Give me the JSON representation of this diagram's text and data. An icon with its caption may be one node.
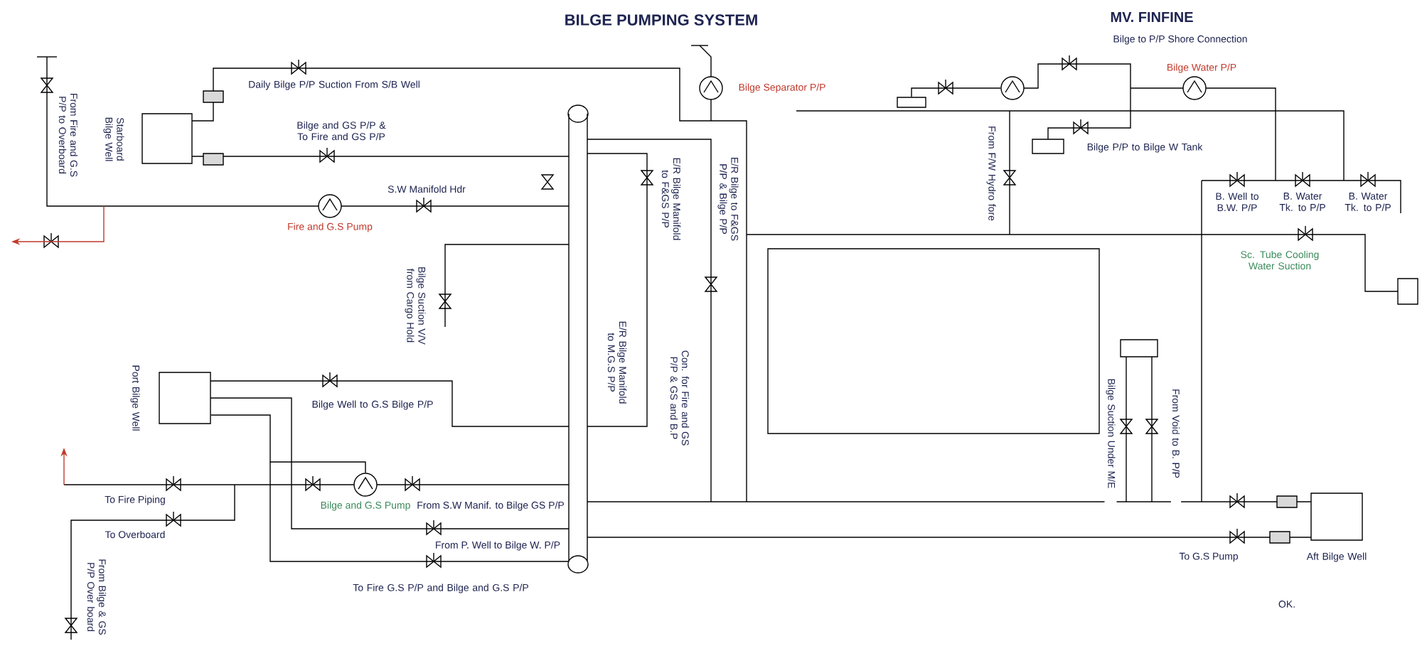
{
  "diagram": {
    "title": "BILGE PUMPING SYSTEM",
    "nodes": [
      {
        "text": [
          "Starboard Bilge Well"
        ]
      },
      {
        "text": [
          "Port Bilge Well"
        ]
      },
      {
        "text": [
          "Aft Bilge Well"
        ]
      },
      {
        "text": [],
        "shape": "circle",
        "beside": [
          "Fire and G.S Pump"
        ]
      },
      {
        "text": [],
        "shape": "circle",
        "beside": [
          "Bilge and G.S Pump"
        ]
      },
      {
        "text": [],
        "shape": "circle",
        "beside": [
          "Bilge Separator P/P"
        ]
      },
      {
        "text": [],
        "shape": "circle",
        "beside": [
          "Bilge Water P/P"
        ]
      },
      {
        "text": [],
        "shape": "circle"
      },
      {
        "text": [],
        "shape": "box"
      },
      {
        "text": [],
        "shape": "box"
      },
      {
        "text": [],
        "shape": "box"
      },
      {
        "text": [],
        "shape": "box"
      },
      {
        "text": [],
        "shape": "box"
      }
    ],
    "edges": [
      {
        "from": 1,
        "to": 4,
        "arrow": "none"
      },
      {
        "from": 8,
        "to": 7,
        "arrow": "none"
      }
    ],
    "labels": [
      "MV. FINFINE",
      "Daily Bilge P/P Suction From S/B Well",
      "Bilge and GS P/P & To Fire and GS P/P",
      "From Fire and G.S P/P to Overboard",
      "S.W Manifold Hdr",
      "Bilge to P/P Shore Connection",
      "From F/W Hydro fore",
      "Bilge P/P to Bilge W Tank",
      "E/R Bilge Manifold to F&GS P/P",
      "E/R Bilge to F&GS P/P & Bilge P/P",
      "B. Well to B.W. P/P",
      "B. Water Tk. to P/P",
      "B. Water Tk. to P/P",
      "Sc. Tube Cooling Water Suction",
      "Bilge Suction V/V from Cargo Hold",
      "E/R Bilge Manifold to M.G.S P/P",
      "Con. for Fire and GS P/P & GS and B.P",
      "Bilge Suction Under M/E",
      "From Void to B. P/P",
      "Bilge Well to G.S Bilge P/P",
      "To Fire Piping",
      "From S.W Manif. to Bilge GS P/P",
      "To Overboard",
      "From P. Well to Bilge W. P/P",
      "To G.S Pump",
      "To Fire G.S P/P and Bilge and G.S P/P",
      "From Bilge & GS P/P Over board",
      "OK."
    ]
  }
}
